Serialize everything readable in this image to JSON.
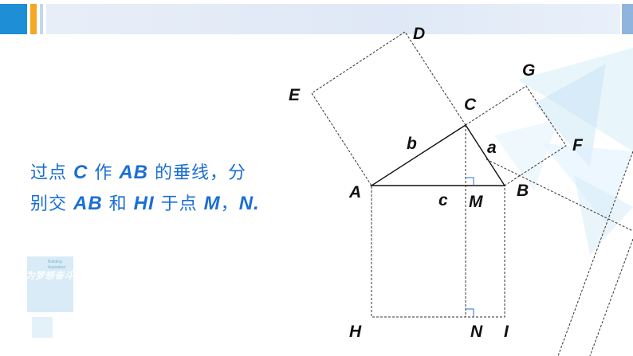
{
  "statement": {
    "line1_pre": "过点 ",
    "line1_c": "C",
    "line1_mid": " 作 ",
    "line1_ab": "AB",
    "line1_post": " 的垂线，分",
    "line2_pre": "别交 ",
    "line2_ab": "AB",
    "line2_mid1": " 和 ",
    "line2_hi": "HI",
    "line2_mid2": " 于点 ",
    "line2_m": "M",
    "line2_sep": "，",
    "line2_n": "N."
  },
  "figure": {
    "point_labels": {
      "A": "A",
      "B": "B",
      "C": "C",
      "D": "D",
      "E": "E",
      "F": "F",
      "G": "G",
      "H": "H",
      "I": "I",
      "M": "M",
      "N": "N"
    },
    "side_labels": {
      "a": "a",
      "b": "b",
      "c": "c"
    }
  },
  "watermark": {
    "line1": "Building",
    "line2": "Aspiration",
    "line3": "为梦想奋斗"
  },
  "colors": {
    "text_accent": "#1a6fd6",
    "header_blue": "#1e8fd6",
    "header_gold": "#f5a623"
  }
}
